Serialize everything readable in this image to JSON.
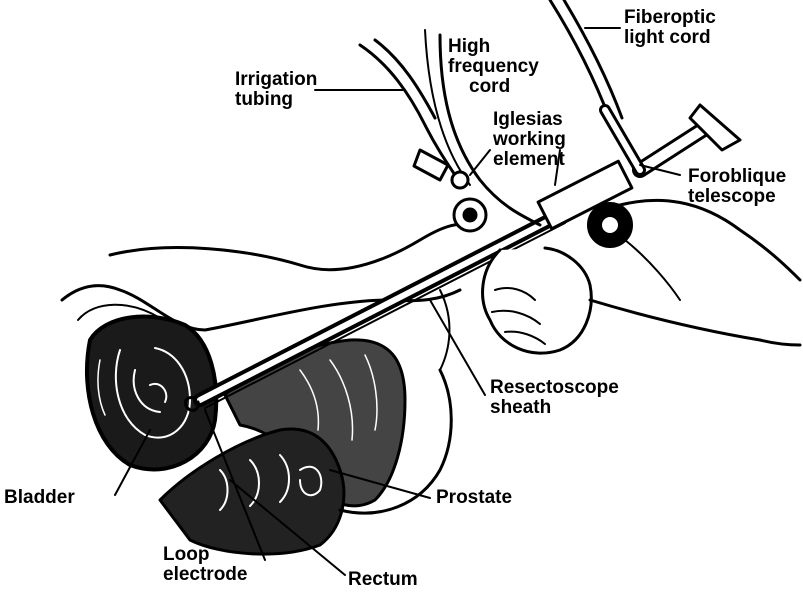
{
  "labels": {
    "fiberoptic": [
      "Fiberoptic",
      "light cord"
    ],
    "high_frequency": [
      "High",
      "frequency",
      "cord"
    ],
    "irrigation": [
      "Irrigation",
      "tubing"
    ],
    "iglesias": [
      "Iglesias",
      "working",
      "element"
    ],
    "foroblique": [
      "Foroblique",
      "telescope"
    ],
    "resectoscope": [
      "Resectoscope",
      "sheath"
    ],
    "bladder": [
      "Bladder"
    ],
    "prostate": [
      "Prostate"
    ],
    "loop": [
      "Loop",
      "electrode"
    ],
    "rectum": [
      "Rectum"
    ]
  },
  "colors": {
    "ink": "#000000",
    "paper": "#ffffff"
  }
}
